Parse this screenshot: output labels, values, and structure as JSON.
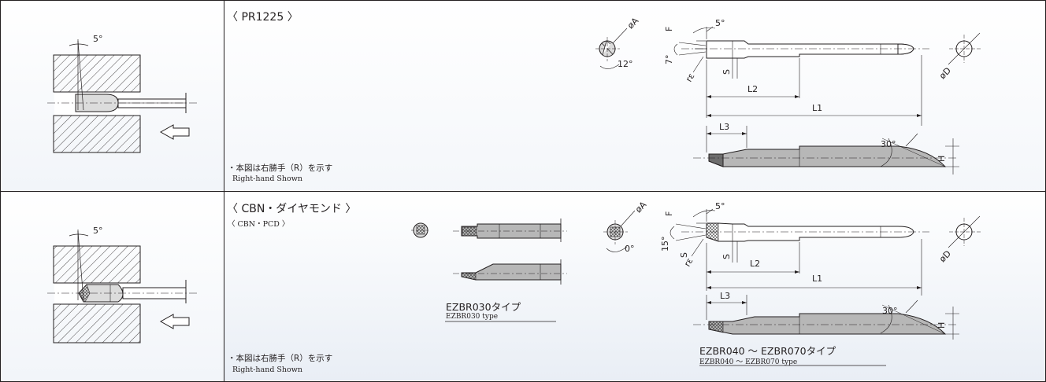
{
  "colors": {
    "line": "#231f20",
    "cell_shade": "#e9eef5",
    "tool_gray": "#b7b7b7",
    "tip_dark": "#6d6d6d"
  },
  "rows": [
    {
      "heading": "〈 PR1225 〉",
      "subheading": "",
      "note_jp": "・本図は右勝手（R）を示す",
      "note_en": "Right-hand Shown",
      "clearance_angle": "5°",
      "labels": {
        "phiA": "øA",
        "F": "F",
        "angle_top": "5°",
        "angle_side": "7°",
        "angle_end": "12°",
        "S": "S",
        "re": "rε",
        "L2": "L2",
        "L1": "L1",
        "phiD": "øD",
        "L3": "L3",
        "angle_tail": "30°",
        "H": "H"
      }
    },
    {
      "heading": "〈 CBN・ダイヤモンド 〉",
      "subheading": "〈 CBN・PCD 〉",
      "note_jp": "・本図は右勝手（R）を示す",
      "note_en": "Right-hand Shown",
      "clearance_angle": "5°",
      "small_type_jp": "EZBR030タイプ",
      "small_type_en": "EZBR030 type",
      "large_type_jp": "EZBR040 ～ EZBR070タイプ",
      "large_type_en": "EZBR040 ～ EZBR070 type",
      "labels": {
        "phiA": "øA",
        "F": "F",
        "angle_top": "5°",
        "angle_side": "15°",
        "angle_end": "0°",
        "S": "S",
        "re": "rε",
        "L2": "L2",
        "L1": "L1",
        "phiD": "øD",
        "L3": "L3",
        "angle_tail": "30°",
        "H": "H"
      }
    }
  ]
}
